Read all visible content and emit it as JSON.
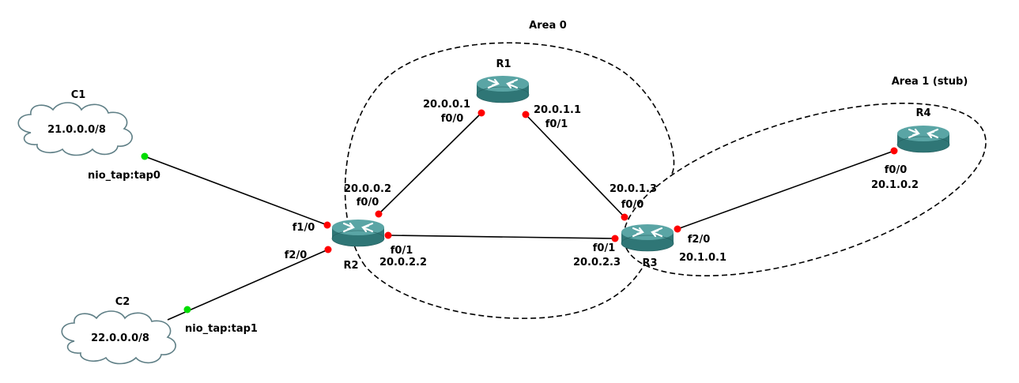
{
  "colors": {
    "router_top": "#5aa5a5",
    "router_side": "#2f7676",
    "cloud_fill": "#ffffff",
    "cloud_stroke": "#5f7f86",
    "port_up": "#ff0000",
    "port_tap": "#00dd00"
  },
  "areas": {
    "area0": {
      "label": "Area 0"
    },
    "area1": {
      "label": "Area 1 (stub)"
    }
  },
  "routers": {
    "r1": {
      "name": "R1",
      "icon": "router-icon"
    },
    "r2": {
      "name": "R2",
      "icon": "router-icon"
    },
    "r3": {
      "name": "R3",
      "icon": "router-icon"
    },
    "r4": {
      "name": "R4",
      "icon": "router-icon"
    }
  },
  "clouds": {
    "c1": {
      "name": "C1",
      "network": "21.0.0.0/8",
      "icon": "cloud-icon"
    },
    "c2": {
      "name": "C2",
      "network": "22.0.0.0/8",
      "icon": "cloud-icon"
    }
  },
  "interfaces": {
    "r1_f00": {
      "ip": "20.0.0.1",
      "port": "f0/0"
    },
    "r1_f01": {
      "ip": "20.0.1.1",
      "port": "f0/1"
    },
    "r2_f00": {
      "ip": "20.0.0.2",
      "port": "f0/0"
    },
    "r2_f01": {
      "ip": "20.0.2.2",
      "port": "f0/1"
    },
    "r2_f10": {
      "port": "f1/0"
    },
    "r2_f20": {
      "port": "f2/0"
    },
    "r3_f00": {
      "ip": "20.0.1.3",
      "port": "f0/0"
    },
    "r3_f01": {
      "ip": "20.0.2.3",
      "port": "f0/1"
    },
    "r3_f20": {
      "ip": "20.1.0.1",
      "port": "f2/0"
    },
    "r4_f00": {
      "ip": "20.1.0.2",
      "port": "f0/0"
    },
    "c1_tap": {
      "port": "nio_tap:tap0"
    },
    "c2_tap": {
      "port": "nio_tap:tap1"
    }
  }
}
